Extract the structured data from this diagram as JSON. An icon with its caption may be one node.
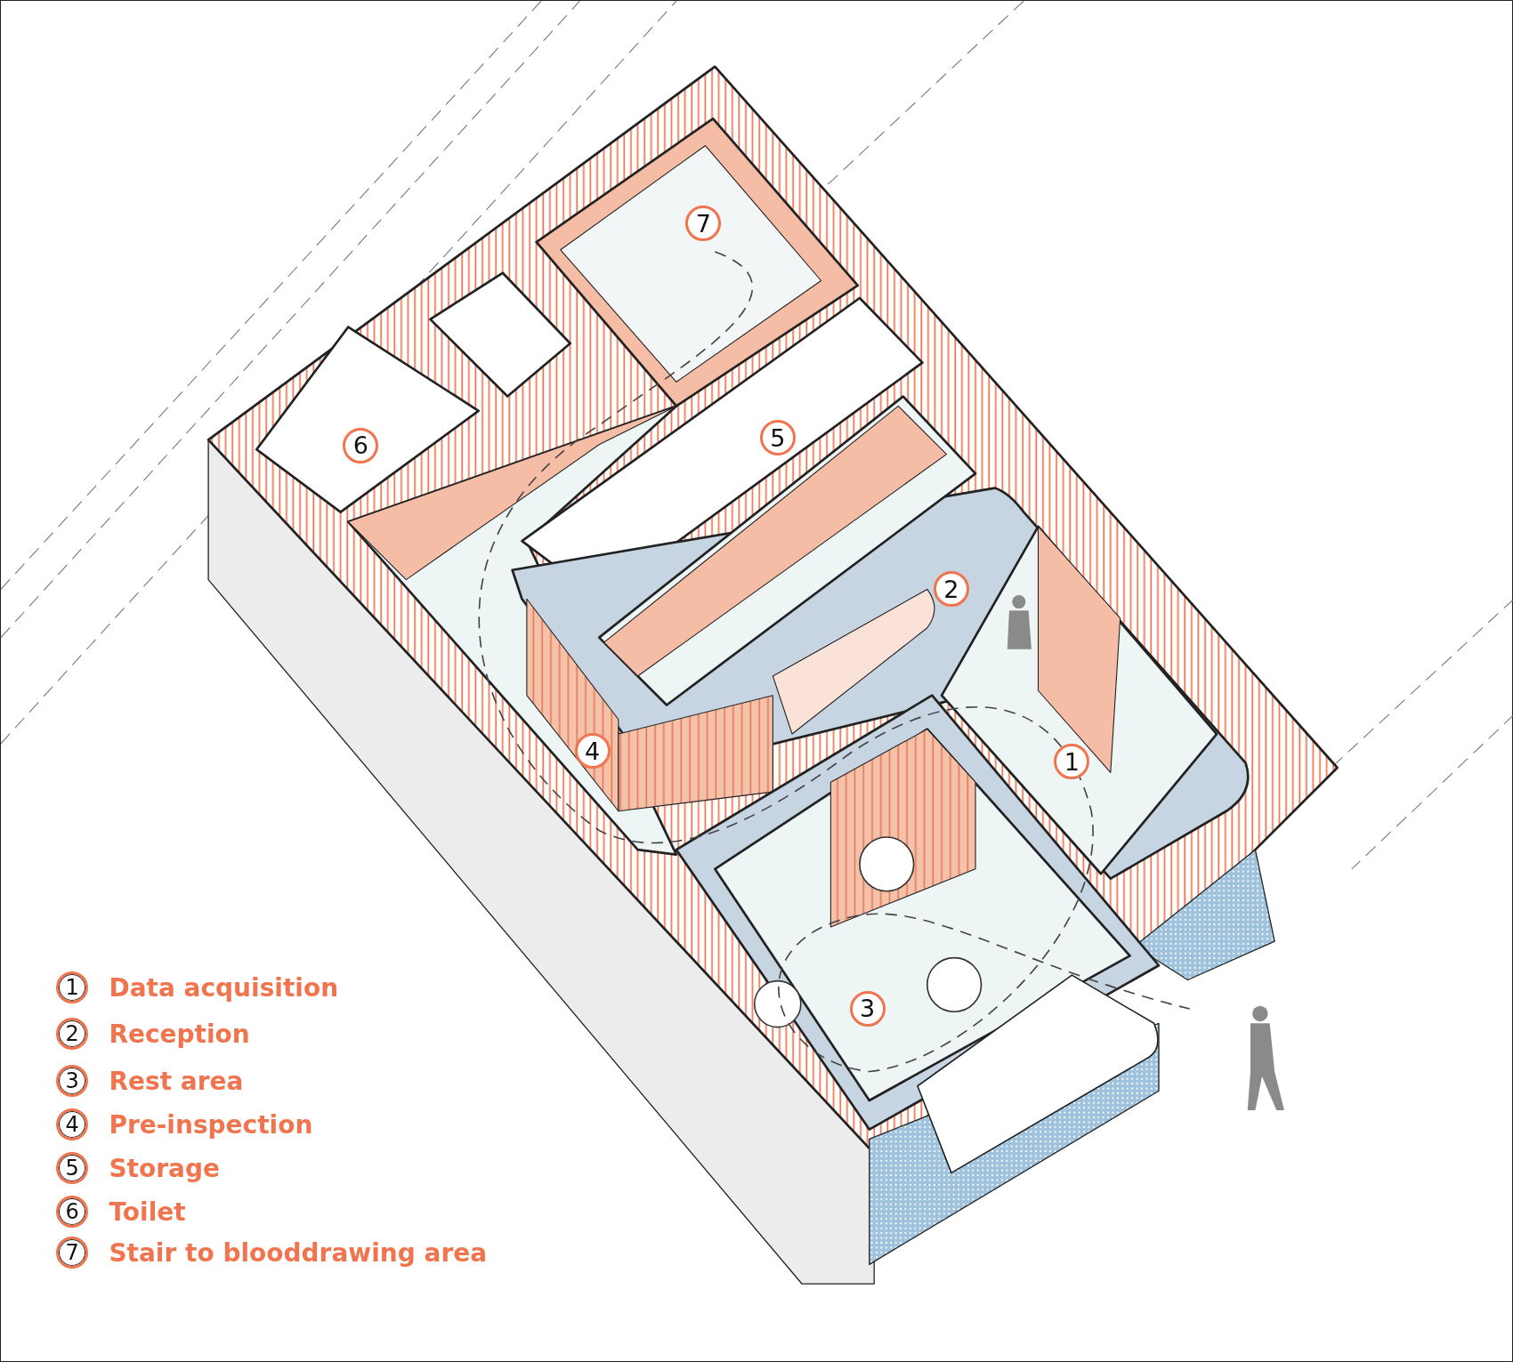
{
  "diagram": {
    "labels": [
      "7",
      "6",
      "5",
      "2",
      "4",
      "1",
      "3",
      "1",
      "Data acquisition",
      "2",
      "Reception",
      "3",
      "Rest area",
      "4",
      "Pre-inspection",
      "5",
      "Storage",
      "6",
      "Toilet",
      "7",
      "Stair to blooddrawing area"
    ]
  }
}
